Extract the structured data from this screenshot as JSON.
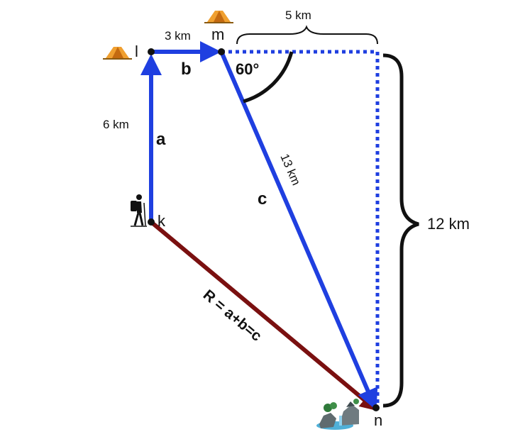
{
  "points": {
    "k": "k",
    "l": "l",
    "m": "m",
    "n": "n"
  },
  "distances": {
    "a": "6 km",
    "b": "3 km",
    "top": "5 km",
    "c": "13 km",
    "right": "12 km"
  },
  "vectors": {
    "a": "a",
    "b": "b",
    "c": "c"
  },
  "angle": "60°",
  "resultant": "R = a+b=c",
  "colors": {
    "blue": "#1f3fe0",
    "resultant": "#7a1010",
    "black": "#111111"
  },
  "icons": [
    "tent-icon",
    "hiker-icon",
    "waterfall-rocks-icon"
  ]
}
